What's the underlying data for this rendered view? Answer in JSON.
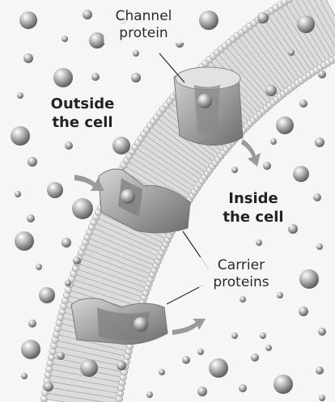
{
  "labels": {
    "channel_protein": {
      "line1": "Channel",
      "line2": "protein"
    },
    "outside_cell": {
      "line1": "Outside",
      "line2": "the cell"
    },
    "inside_cell": {
      "line1": "Inside",
      "line2": "the cell"
    },
    "carrier_proteins": {
      "line1": "Carrier",
      "line2": "proteins"
    }
  },
  "colors": {
    "background": "#f6f6f6",
    "membrane_lipid": "#cfcfcf",
    "protein": "#9a9a9a",
    "molecule": "#8c8c8c",
    "arrow": "#9a9a9a",
    "text": "#2a2a2a"
  }
}
